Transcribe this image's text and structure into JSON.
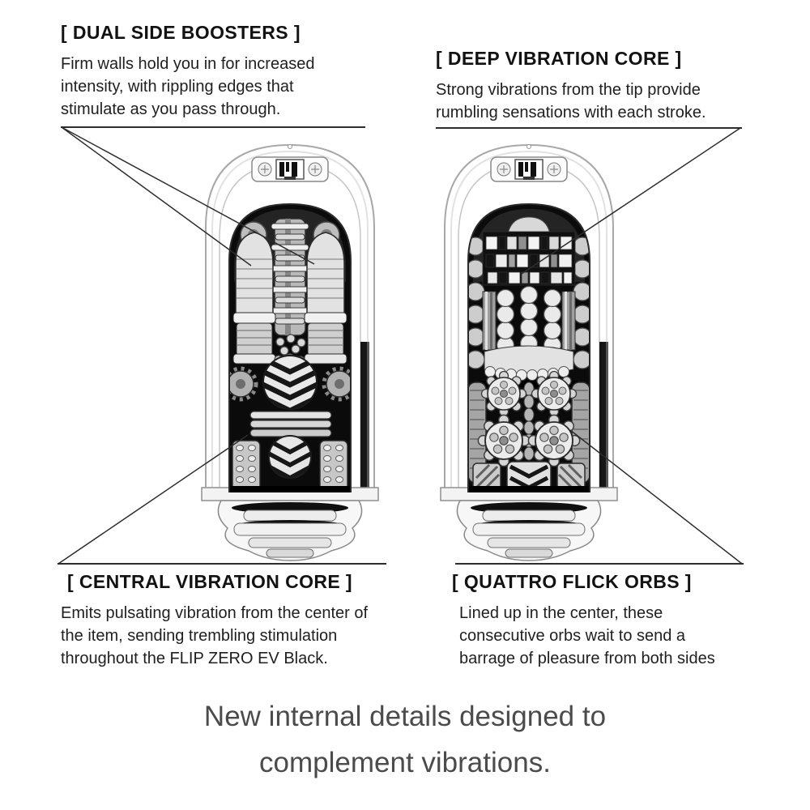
{
  "colors": {
    "background": "#ffffff",
    "heading_text": "#121212",
    "body_text": "#1f1f1f",
    "caption_text": "#4b4b4b",
    "callout_line": "#2d2d2d"
  },
  "callouts": {
    "dual_side_boosters": {
      "title": "[ DUAL SIDE BOOSTERS ]",
      "description": "Firm walls hold you in for increased\nintensity, with rippling edges that\nstimulate as you pass through."
    },
    "deep_vibration_core": {
      "title": "[ DEEP VIBRATION CORE ]",
      "description": "Strong vibrations from the tip provide\nrumbling sensations with each stroke."
    },
    "central_vibration_core": {
      "title": "[ CENTRAL VIBRATION CORE ]",
      "description": "Emits pulsating vibration from the center of\nthe item, sending trembling stimulation\nthroughout the FLIP ZERO EV Black."
    },
    "quattro_flick_orbs": {
      "title": "[ QUATTRO FLICK ORBS ]",
      "description": "Lined up in the center, these\nconsecutive orbs wait to send a\nbarrage of pleasure from both sides"
    }
  },
  "caption": "New internal details designed to\ncomplement vibrations.",
  "icons": {
    "left_device_top_button": "vibration-button-icon",
    "right_device_top_button": "vibration-button-icon"
  }
}
